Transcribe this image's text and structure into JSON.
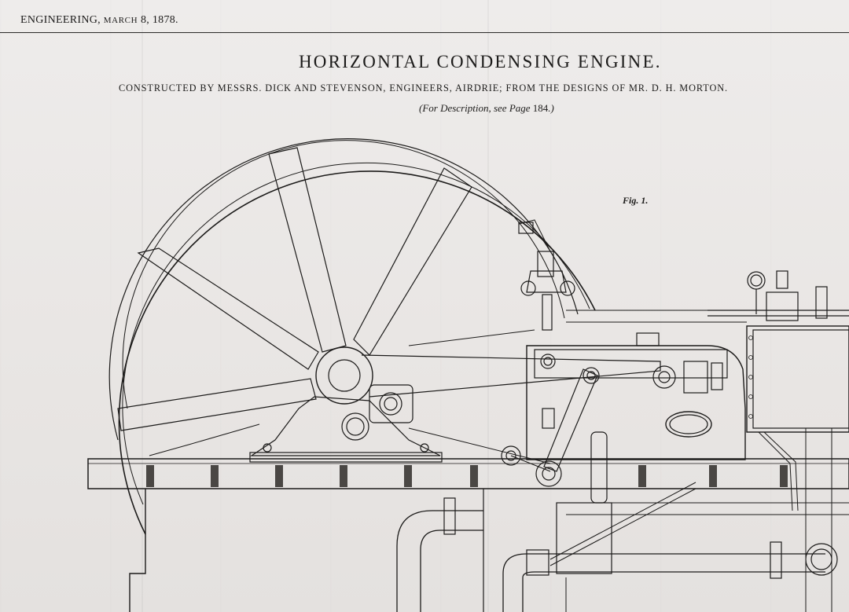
{
  "header": {
    "journal": "ENGINEERING,",
    "month": "March",
    "date_rest": "8, 1878."
  },
  "title": "HORIZONTAL CONDENSING ENGINE.",
  "subtitle": "CONSTRUCTED BY MESSRS. DICK AND STEVENSON, ENGINEERS, AIRDRIE; FROM THE DESIGNS OF MR. D. H. MORTON.",
  "reference": {
    "open": "(",
    "for_description": "For Description, see Page",
    "page": "184",
    "close": ".)"
  },
  "figure_label": "Fig. 1.",
  "colors": {
    "paper": "#ebe8e6",
    "ink": "#1c1b1a",
    "hatch": "#4a4744"
  }
}
